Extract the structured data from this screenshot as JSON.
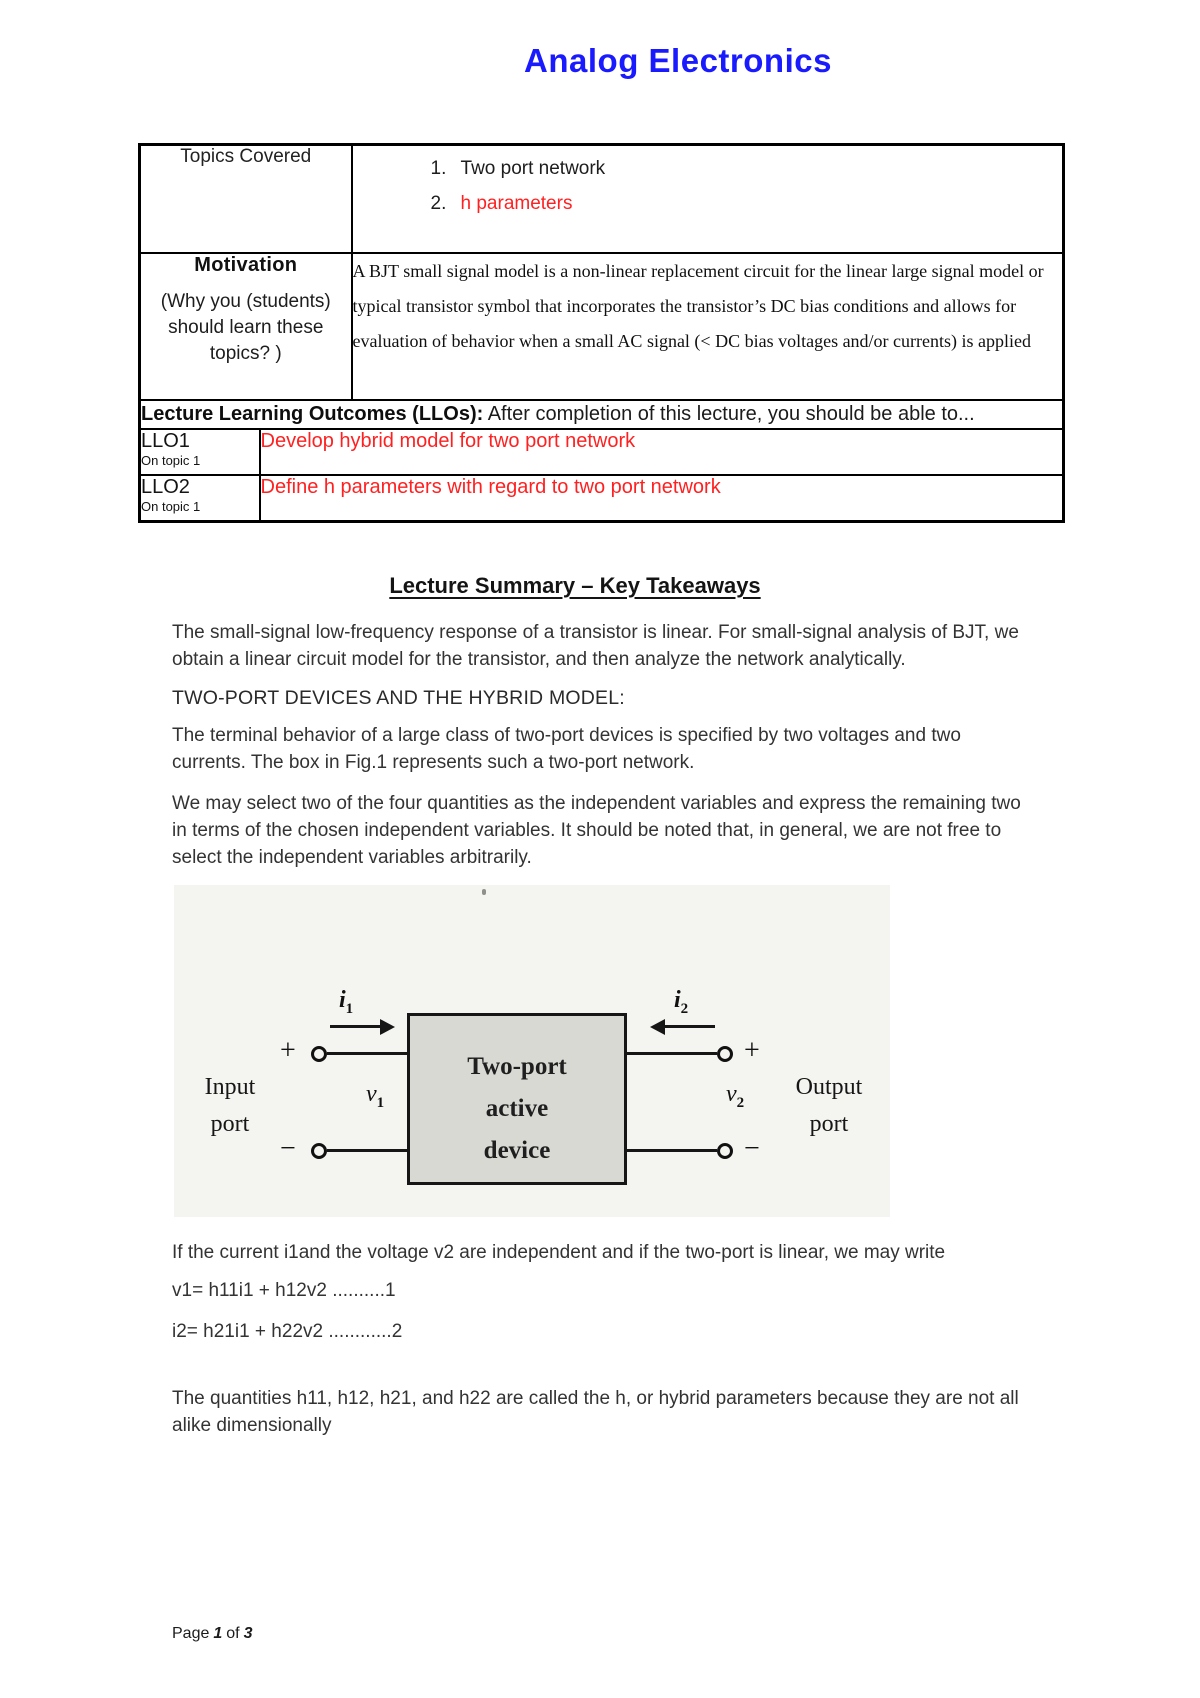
{
  "page": {
    "title": "Analog Electronics"
  },
  "colors": {
    "title_blue": "#1A1AFF",
    "accent_red": "#FF2121",
    "figure_bg": "#F4F4F1",
    "device_box_fill": "#D9D9D4"
  },
  "info_table": {
    "topics": {
      "label": "Topics Covered",
      "items": [
        {
          "num": "1.",
          "text": "Two port network"
        },
        {
          "num": "2.",
          "text": "h parameters"
        }
      ]
    },
    "motivation": {
      "label": "Motivation",
      "sublabel": "(Why you (students) should learn these topics? )",
      "body": "A BJT small signal model is a non-linear replacement circuit for the linear large signal model or typical transistor symbol that incorporates the transistor’s DC bias conditions and allows for evaluation of behavior when a small AC signal (< DC bias voltages and/or currents) is applied"
    },
    "llos_header": {
      "bold": "Lecture Learning Outcomes (LLOs):",
      "rest": " After completion of this lecture, you should be able to..."
    },
    "llo_rows": [
      {
        "id": "LLO1",
        "topic": "On topic 1",
        "outcome": "Develop hybrid model for two port network"
      },
      {
        "id": "LLO2",
        "topic": "On topic 1",
        "outcome": "Define h parameters with regard to two port network"
      }
    ]
  },
  "summary": {
    "heading": "Lecture Summary – Key Takeaways",
    "p1": "The small-signal low-frequency response of a transistor is linear. For small-signal analysis of BJT, we obtain a linear circuit model for the transistor, and then analyze the network analytically.",
    "h2": "TWO-PORT DEVICES AND THE HYBRID MODEL:",
    "p2": "The terminal behavior of a large class of two-port devices is specified by two voltages and two currents. The box in Fig.1 represents such a two-port network.",
    "p3": "We may select two of the four quantities as the independent variables and express the remaining two in terms of the chosen independent variables. It should be noted that, in general, we are not free to select the independent variables arbitrarily."
  },
  "figure": {
    "i1_base": "i",
    "i1_sub": "1",
    "i2_base": "i",
    "i2_sub": "2",
    "v1_base": "v",
    "v1_sub": "1",
    "v2_base": "v",
    "v2_sub": "2",
    "plus_left": "+",
    "plus_right": "+",
    "minus_left": "−",
    "minus_right": "−",
    "input_line1": "Input",
    "input_line2": "port",
    "output_line1": "Output",
    "output_line2": "port",
    "box_line1": "Two-port",
    "box_line2": "active",
    "box_line3": "device"
  },
  "after_figure": {
    "p4": "If the current i1and the voltage v2 are independent and if the two-port is linear, we may write",
    "eq1": "v1= h11i1 + h12v2 ..........1",
    "eq2": "i2= h21i1 + h22v2 ............2",
    "p5": "The quantities h11, h12, h21, and h22 are called the h, or hybrid parameters because they are not all alike dimensionally"
  },
  "footer": {
    "label1": "Page",
    "page_num": "1",
    "label2": "of",
    "total": "3"
  }
}
